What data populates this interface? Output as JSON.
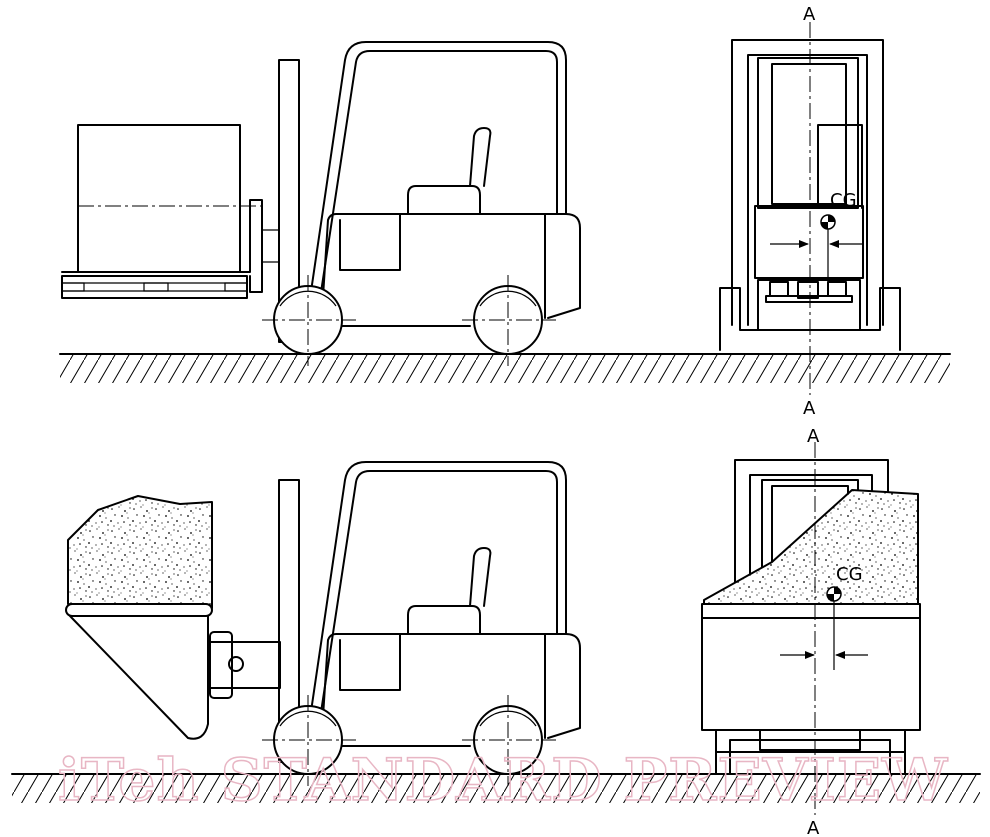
{
  "labels": {
    "section_a": "A",
    "cg": "CG"
  },
  "watermark": "iTeh STANDARD PREVIEW",
  "colors": {
    "line": "#000000",
    "background": "#ffffff",
    "watermark": "#e8b6c4"
  }
}
